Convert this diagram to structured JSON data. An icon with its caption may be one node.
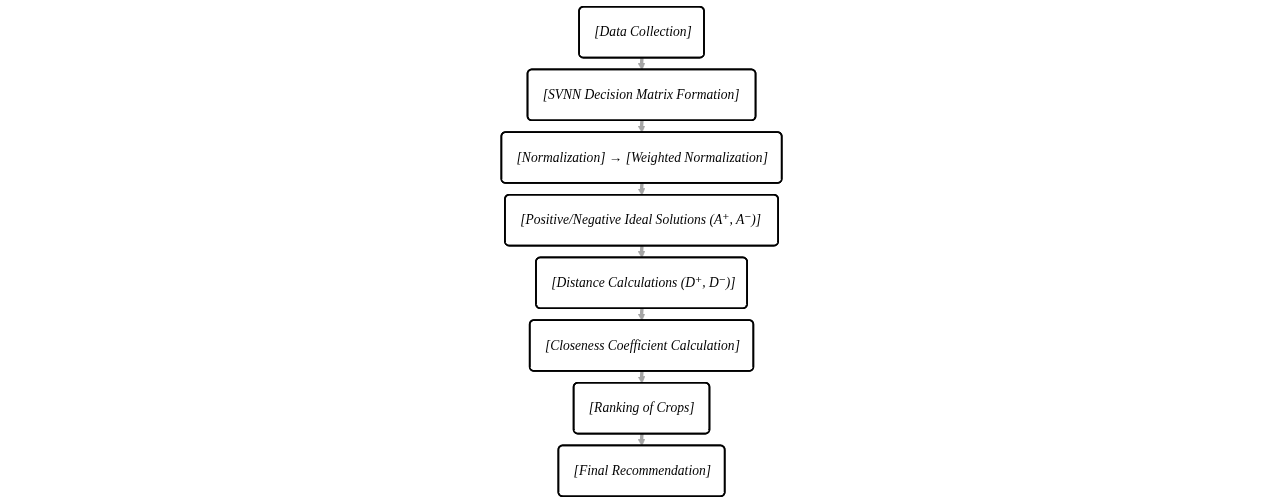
{
  "diagram": {
    "nodes": [
      {
        "text": [
          "[Data Collection]"
        ]
      },
      {
        "text": [
          "[SVNN Decision Matrix Formation]"
        ]
      },
      {
        "text": [
          "[Normalization] → [Weighted Normalization]"
        ]
      },
      {
        "text": [
          "[Positive/Negative Ideal Solutions (A⁺, A⁻)]"
        ]
      },
      {
        "text": [
          "[Distance Calculations (D⁺, D⁻)]"
        ]
      },
      {
        "text": [
          "[Closeness Coefficient Calculation]"
        ]
      },
      {
        "text": [
          "[Ranking of Crops]"
        ]
      },
      {
        "text": [
          "[Final Recommendation]"
        ]
      }
    ],
    "edges": [
      {
        "from": 0,
        "to": 1,
        "arrow": "to"
      },
      {
        "from": 1,
        "to": 2,
        "arrow": "to"
      },
      {
        "from": 2,
        "to": 3,
        "arrow": "to"
      },
      {
        "from": 3,
        "to": 4,
        "arrow": "to"
      },
      {
        "from": 4,
        "to": 5,
        "arrow": "to"
      },
      {
        "from": 5,
        "to": 6,
        "arrow": "to"
      },
      {
        "from": 6,
        "to": 7,
        "arrow": "to"
      }
    ]
  }
}
